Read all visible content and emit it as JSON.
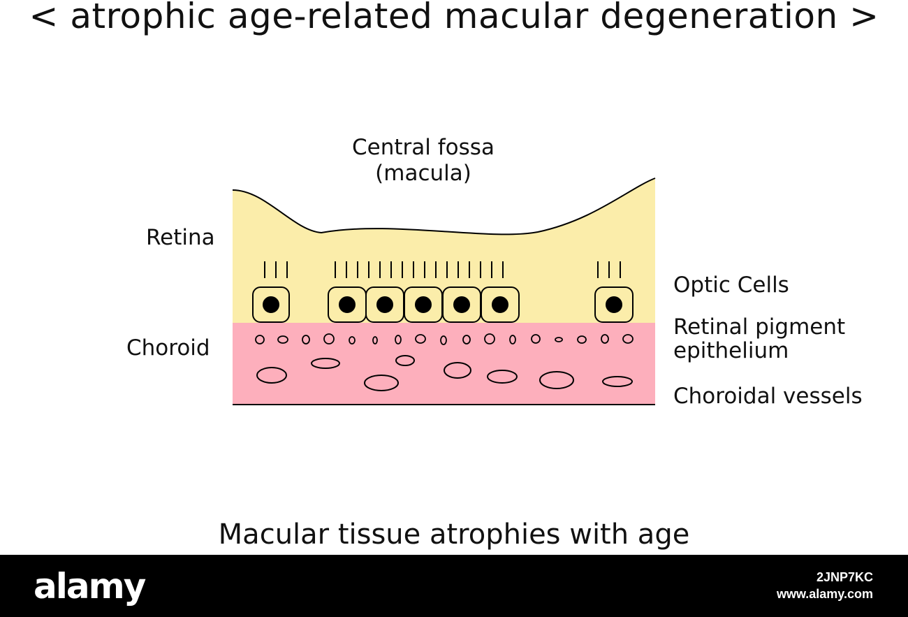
{
  "title": "< atrophic age-related macular degeneration >",
  "labels": {
    "central_fossa_line1": "Central fossa",
    "central_fossa_line2": "(macula)",
    "retina": "Retina",
    "choroid": "Choroid",
    "optic_cells": "Optic Cells",
    "rpe_line1": "Retinal pigment",
    "rpe_line2": "epithelium",
    "choroidal_vessels": "Choroidal vessels"
  },
  "caption": "Macular tissue atrophies with age",
  "watermark": {
    "logo": "alamy",
    "image_id": "2JNP7KC",
    "site": "www.alamy.com"
  },
  "colors": {
    "retina_fill": "#fbedaa",
    "choroid_fill": "#fdafbc",
    "outline": "#000000",
    "footer": "#000000"
  }
}
